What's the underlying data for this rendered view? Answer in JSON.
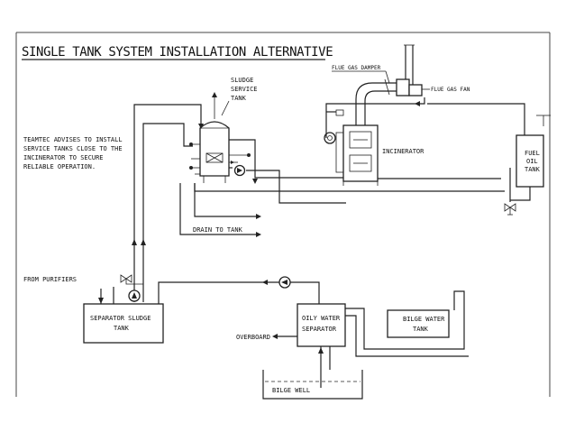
{
  "title": "SINGLE TANK SYSTEM INSTALLATION ALTERNATIVE",
  "advice_note": [
    "TEAMTEC ADVISES TO INSTALL",
    "SERVICE TANKS CLOSE TO THE",
    "INCINERATOR TO SECURE",
    "RELIABLE OPERATION."
  ],
  "labels": {
    "sludge_service_tank": [
      "SLUDGE",
      "SERVICE",
      "TANK"
    ],
    "flue_gas_damper": "FLUE GAS DAMPER",
    "flue_gas_fan": "FLUE GAS FAN",
    "incinerator": "INCINERATOR",
    "fuel_oil_tank": [
      "FUEL",
      "OIL",
      "TANK"
    ],
    "drain_to_tank": "DRAIN TO TANK",
    "from_purifiers": "FROM PURIFIERS",
    "separator_sludge_tank": [
      "SEPARATOR SLUDGE",
      "TANK"
    ],
    "oily_water_separator": [
      "OILY WATER",
      "SEPARATOR"
    ],
    "bilge_water_tank": [
      "BILGE WATER",
      "TANK"
    ],
    "overboard": "OVERBOARD",
    "bilge_well": "BILGE WELL"
  }
}
